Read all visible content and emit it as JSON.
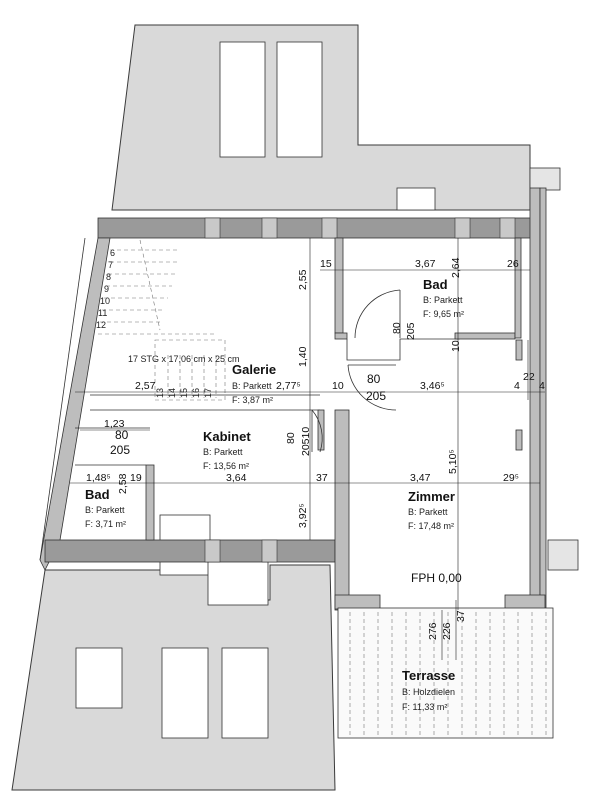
{
  "rooms": {
    "bad_top": {
      "name": "Bad",
      "floor": "B: Parkett",
      "area": "F: 9,65 m²"
    },
    "galerie": {
      "name": "Galerie",
      "floor": "B: Parkett",
      "area": "F: 3,87 m²"
    },
    "kabinet": {
      "name": "Kabinet",
      "floor": "B: Parkett",
      "area": "F: 13,56 m²"
    },
    "bad_left": {
      "name": "Bad",
      "floor": "B: Parkett",
      "area": "F: 3,71 m²"
    },
    "zimmer": {
      "name": "Zimmer",
      "floor": "B: Parkett",
      "area": "F: 17,48 m²"
    },
    "terrasse": {
      "name": "Terrasse",
      "floor": "B: Holzdielen",
      "area": "F: 11,33 m²"
    }
  },
  "stair": {
    "label": "17 STG x 17,06 cm x 25 cm",
    "steps_left": [
      "6",
      "7",
      "8",
      "9",
      "10",
      "11",
      "12"
    ],
    "steps_bottom": [
      "13",
      "14",
      "15",
      "16",
      "17"
    ]
  },
  "fph": "FPH 0,00",
  "dimensions": {
    "d_15": "15",
    "d_367": "3,67",
    "d_26": "26",
    "d_264": "2,64",
    "d_255": "2,55",
    "d_80a": "80",
    "d_205a": "205",
    "d_10v": "10",
    "d_140": "1,40",
    "d_257": "2,57",
    "d_277": "2,77⁵",
    "d_10": "10",
    "d_80b": "80",
    "d_205b": "205",
    "d_346": "3,46⁵",
    "d_4a": "4",
    "d_22": "22",
    "d_4b": "4",
    "d_123": "1,23",
    "d_80c": "80",
    "d_205c": "205",
    "d_80d": "80",
    "d_20510": "20510",
    "d_148": "1,48⁵",
    "d_258": "2,58",
    "d_19": "19",
    "d_364": "3,64",
    "d_37": "37",
    "d_347": "3,47",
    "d_29": "29⁵",
    "d_510": "5,10⁵",
    "d_392": "3,92⁵",
    "d_276": "276",
    "d_226": "226",
    "d_37b": "37"
  }
}
